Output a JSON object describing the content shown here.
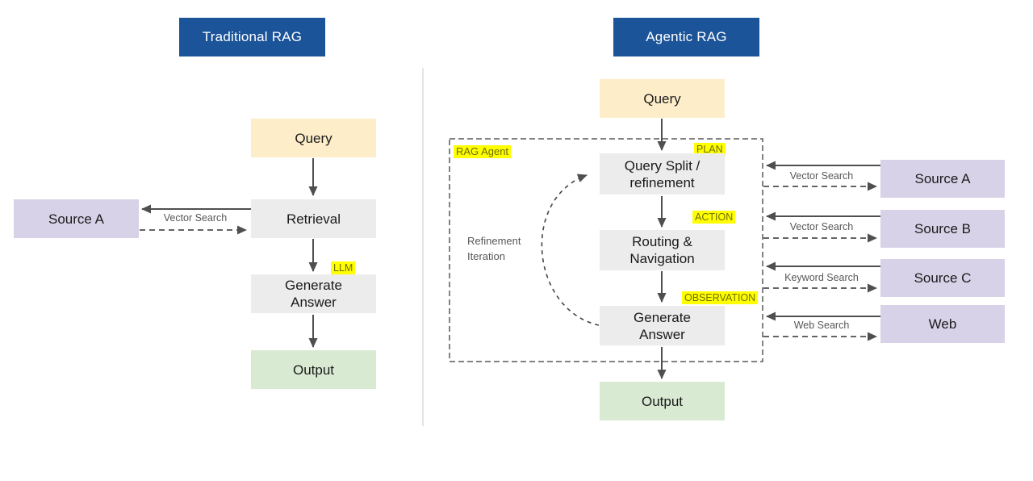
{
  "traditional": {
    "title": "Traditional RAG",
    "query": "Query",
    "retrieval": "Retrieval",
    "source_a": "Source A",
    "generate_answer": "Generate\nAnswer",
    "output": "Output",
    "llm_tag": "LLM",
    "search_label": "Vector Search"
  },
  "agentic": {
    "title": "Agentic RAG",
    "query": "Query",
    "agent_label": "RAG Agent",
    "plan_tag": "PLAN",
    "action_tag": "ACTION",
    "observation_tag": "OBSERVATION",
    "query_split": "Query Split /\nrefinement",
    "routing": "Routing &\nNavigation",
    "generate_answer": "Generate\nAnswer",
    "output": "Output",
    "refinement_label": "Refinement\nIteration",
    "sources": [
      {
        "name": "Source A",
        "search": "Vector Search"
      },
      {
        "name": "Source B",
        "search": "Vector Search"
      },
      {
        "name": "Source C",
        "search": "Keyword Search"
      },
      {
        "name": "Web",
        "search": "Web Search"
      }
    ]
  },
  "colors": {
    "header_blue": "#1c5499",
    "query_yellow": "#fdeec9",
    "process_gray": "#ececec",
    "source_purple": "#d8d2e8",
    "output_green": "#d9ead3",
    "tag_highlight": "#ffff00",
    "tag_text": "#6f6f00",
    "arrow_gray": "#4f4f4f"
  }
}
